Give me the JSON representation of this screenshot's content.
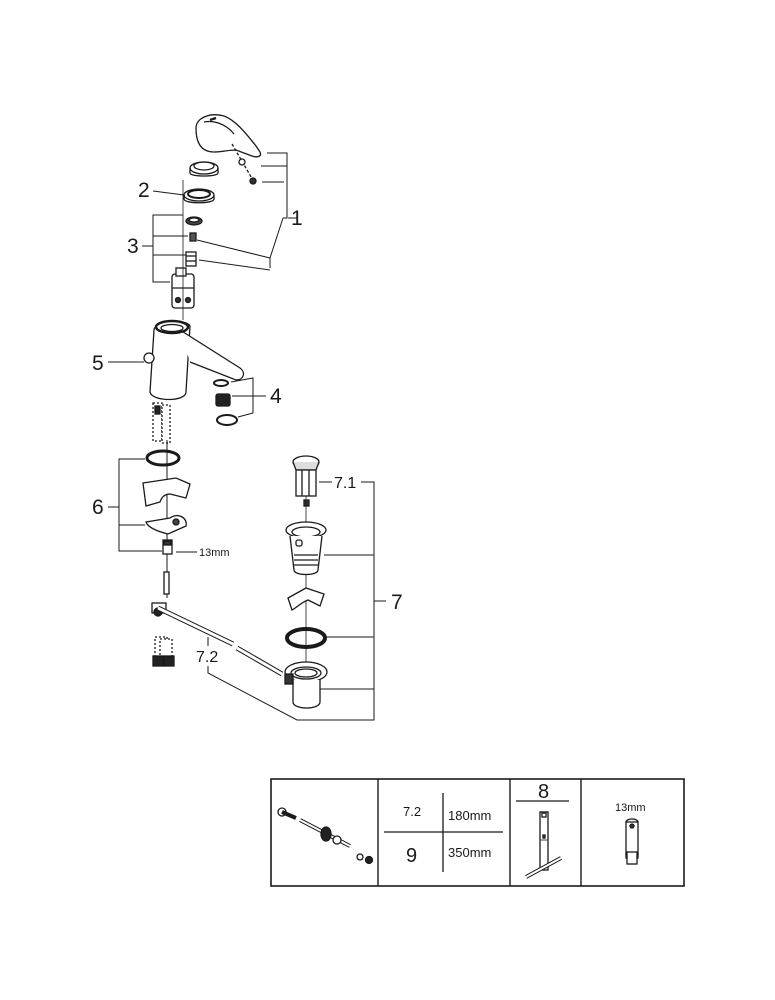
{
  "diagram": {
    "title": "Exploded parts diagram - basin mixer",
    "callouts": {
      "part_1": "1",
      "part_2": "2",
      "part_3": "3",
      "part_4": "4",
      "part_5": "5",
      "part_6": "6",
      "part_7": "7",
      "part_7_1": "7.1",
      "part_7_2": "7.2",
      "nut_size": "13mm"
    }
  },
  "accessory_table": {
    "cell2": {
      "row1_label": "7.2",
      "row1_value": "180mm",
      "row2_label": "9",
      "row2_value": "350mm"
    },
    "cell3": {
      "label": "8"
    },
    "cell4": {
      "label": "13mm"
    }
  },
  "colors": {
    "line": "#1a1a1a",
    "background": "#ffffff"
  }
}
